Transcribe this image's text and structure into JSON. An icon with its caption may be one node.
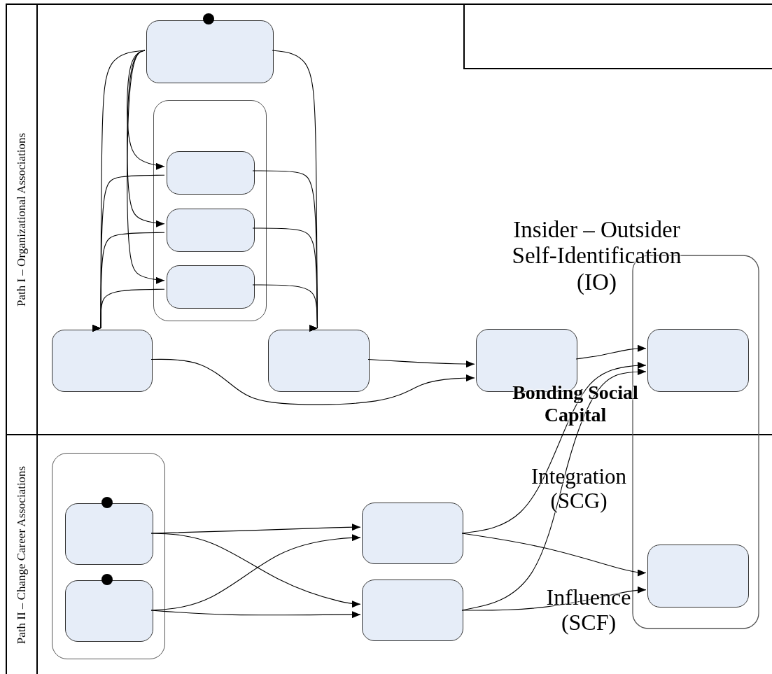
{
  "diagram": {
    "nodes": [
      {
        "text": [
          "Path I – Organizational Associations"
        ]
      },
      {
        "text": [
          "Path II – Change Career Associations"
        ]
      },
      {
        "text": [],
        "shape": "box",
        "in": 0
      },
      {
        "text": [],
        "shape": "box",
        "in": 0
      },
      {
        "text": [],
        "shape": "box",
        "in": 0
      },
      {
        "text": [],
        "shape": "box",
        "in": 4
      },
      {
        "text": [],
        "shape": "box",
        "in": 4
      },
      {
        "text": [],
        "shape": "box",
        "in": 4
      },
      {
        "text": [],
        "shape": "box",
        "in": 0
      },
      {
        "text": [],
        "shape": "box",
        "in": 0
      },
      {
        "text": [],
        "shape": "box",
        "in": 0
      },
      {
        "text": [],
        "shape": "box",
        "in": 0
      },
      {
        "text": [],
        "shape": "box",
        "in": 1
      },
      {
        "text": [],
        "shape": "box",
        "in": 1
      },
      {
        "text": [],
        "shape": "box",
        "in": 13
      },
      {
        "text": [],
        "shape": "box",
        "in": 13
      },
      {
        "text": [],
        "shape": "box",
        "in": 1
      },
      {
        "text": [],
        "shape": "box",
        "in": 1
      }
    ],
    "edges": [
      {
        "from": 3,
        "to": 5,
        "arrow": "to"
      },
      {
        "from": 3,
        "to": 6,
        "arrow": "to"
      },
      {
        "from": 3,
        "to": 7,
        "arrow": "to"
      },
      {
        "from": 3,
        "to": 8,
        "arrow": "to"
      },
      {
        "from": 5,
        "to": 8,
        "arrow": "to"
      },
      {
        "from": 6,
        "to": 8,
        "arrow": "to"
      },
      {
        "from": 7,
        "to": 8,
        "arrow": "to"
      },
      {
        "from": 3,
        "to": 9,
        "arrow": "to"
      },
      {
        "from": 5,
        "to": 9,
        "arrow": "to"
      },
      {
        "from": 6,
        "to": 9,
        "arrow": "to"
      },
      {
        "from": 7,
        "to": 9,
        "arrow": "to"
      },
      {
        "from": 8,
        "to": 10,
        "arrow": "to"
      },
      {
        "from": 9,
        "to": 10,
        "arrow": "to"
      },
      {
        "from": 10,
        "to": 11,
        "arrow": "to"
      },
      {
        "from": 16,
        "to": 11,
        "arrow": "to"
      },
      {
        "from": 17,
        "to": 11,
        "arrow": "to"
      },
      {
        "from": 16,
        "to": 12,
        "arrow": "to"
      },
      {
        "from": 17,
        "to": 12,
        "arrow": "to"
      },
      {
        "from": 14,
        "to": 16,
        "arrow": "to"
      },
      {
        "from": 14,
        "to": 17,
        "arrow": "to"
      },
      {
        "from": 15,
        "to": 16,
        "arrow": "to"
      },
      {
        "from": 15,
        "to": 17,
        "arrow": "to"
      }
    ],
    "labels": [
      "Insider – Outsider Self-Identification (IO)",
      "Bonding Social Capital",
      "Integration (SCG)",
      "Influence (SCF)"
    ]
  }
}
